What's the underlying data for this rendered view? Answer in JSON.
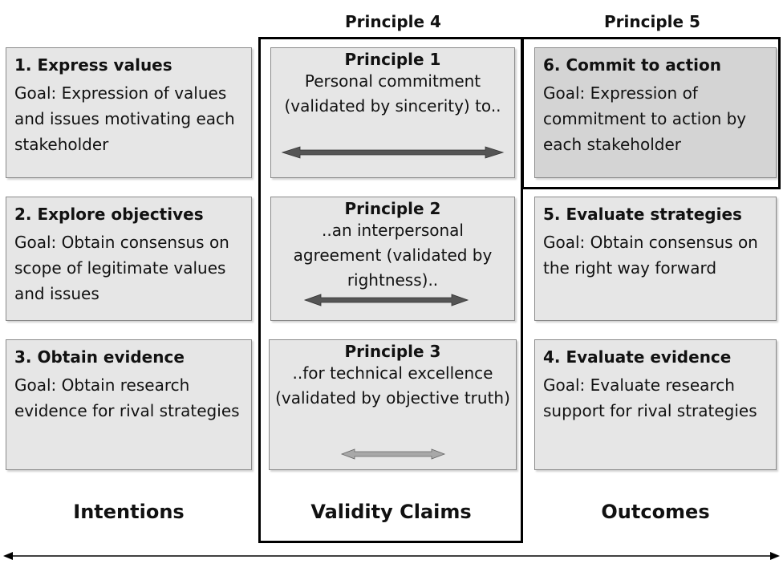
{
  "headers": {
    "principle4": "Principle 4",
    "principle5": "Principle 5"
  },
  "intentions": {
    "step1": {
      "title": "1. Express values",
      "goal": "Goal: Expression of values and issues motivating each  stakeholder"
    },
    "step2": {
      "title": "2. Explore objectives",
      "goal": "Goal: Obtain consensus on scope of legitimate values and issues"
    },
    "step3": {
      "title": "3. Obtain evidence",
      "goal": "Goal: Obtain research evidence  for rival strategies"
    }
  },
  "validity_claims": {
    "principle1": {
      "title": "Principle 1",
      "text": "Personal commitment (validated by sincerity) to.."
    },
    "principle2": {
      "title": "Principle 2",
      "text": "..an interpersonal agreement (validated  by rightness).."
    },
    "principle3": {
      "title": "Principle 3",
      "text": "..for technical excellence (validated by objective truth)"
    }
  },
  "outcomes": {
    "step6": {
      "title": "6. Commit to action",
      "goal": "Goal: Expression of commitment to action by each stakeholder"
    },
    "step5": {
      "title": "5. Evaluate strategies",
      "goal": "Goal: Obtain consensus on the right  way forward"
    },
    "step4": {
      "title": "4. Evaluate evidence",
      "goal": "Goal: Evaluate research support for rival strategies"
    }
  },
  "footers": {
    "intentions": "Intentions",
    "validity_claims": "Validity Claims",
    "outcomes": "Outcomes"
  },
  "colors": {
    "box_fill": "#e6e6e6",
    "box_fill_dark": "#d4d4d4",
    "arrow_dark": "#555555",
    "arrow_light": "#999999",
    "frame": "#000000"
  }
}
